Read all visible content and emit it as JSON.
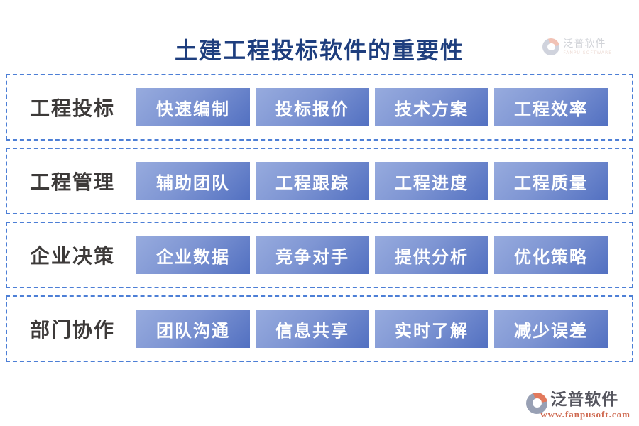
{
  "title": "土建工程投标软件的重要性",
  "watermark": {
    "brand": "泛普软件",
    "subtitle": "FANPU SOFTWARE"
  },
  "rows": [
    {
      "label": "工程投标",
      "buttons": [
        "快速编制",
        "投标报价",
        "技术方案",
        "工程效率"
      ]
    },
    {
      "label": "工程管理",
      "buttons": [
        "辅助团队",
        "工程跟踪",
        "工程进度",
        "工程质量"
      ]
    },
    {
      "label": "企业决策",
      "buttons": [
        "企业数据",
        "竞争对手",
        "提供分析",
        "优化策略"
      ]
    },
    {
      "label": "部门协作",
      "buttons": [
        "团队沟通",
        "信息共享",
        "实时了解",
        "减少误差"
      ]
    }
  ],
  "footer": {
    "brand": "泛普软件",
    "url": "www.fanpusoft.com"
  },
  "colors": {
    "title_navy": "#1e3e7e",
    "dashed_border_blue": "#4d7fd6",
    "button_gradient_start": "#97abde",
    "button_gradient_end": "#5270c1",
    "label_dark": "#3d3a39",
    "footer_url_orange": "#cf6950",
    "logo_orange": "#e2795c",
    "logo_gray": "#98a0b4"
  }
}
